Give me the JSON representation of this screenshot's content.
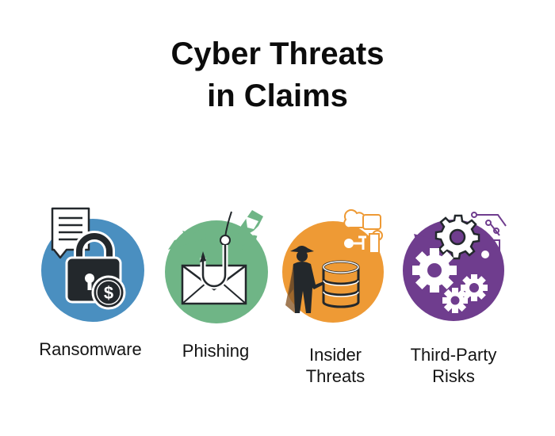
{
  "title": {
    "line1": "Cyber Threats",
    "line2": "in Claims"
  },
  "colors": {
    "ransomware": "#4a8fc0",
    "phishing": "#6fb586",
    "insider": "#ee9a35",
    "third_party": "#6f3d8e",
    "icon_dark": "#23282c"
  },
  "items": [
    {
      "id": "ransomware",
      "label_lines": [
        "Ransomware"
      ],
      "icon": "document-lock-dollar-icon"
    },
    {
      "id": "phishing",
      "label_lines": [
        "Phishing"
      ],
      "icon": "envelope-fishhook-icon"
    },
    {
      "id": "insider",
      "label_lines": [
        "Insider",
        "Threats"
      ],
      "icon": "figure-database-icon"
    },
    {
      "id": "third_party",
      "label_lines": [
        "Third-Party",
        "Risks"
      ],
      "icon": "gears-circuit-icon"
    }
  ]
}
